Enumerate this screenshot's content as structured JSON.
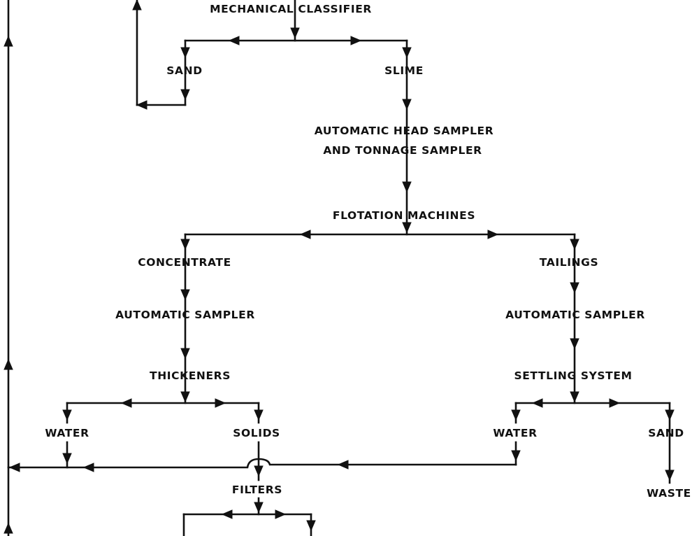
{
  "diagram": {
    "title": "Ore milling flow sheet (partial)",
    "colors": {
      "ink": "#111111",
      "paper": "#ffffff"
    },
    "nodes": [
      {
        "id": "mechanical_classifier",
        "label": "MECHANICAL CLASSIFIER"
      },
      {
        "id": "sand_top",
        "label": "SAND"
      },
      {
        "id": "slime",
        "label": "SLIME"
      },
      {
        "id": "head_sampler_1",
        "label": "AUTOMATIC HEAD SAMPLER"
      },
      {
        "id": "head_sampler_2",
        "label": "AND TONNAGE SAMPLER"
      },
      {
        "id": "flotation",
        "label": "FLOTATION MACHINES"
      },
      {
        "id": "concentrate",
        "label": "CONCENTRATE"
      },
      {
        "id": "tailings",
        "label": "TAILINGS"
      },
      {
        "id": "auto_sampler_left",
        "label": "AUTOMATIC SAMPLER"
      },
      {
        "id": "auto_sampler_right",
        "label": "AUTOMATIC SAMPLER"
      },
      {
        "id": "thickeners",
        "label": "THICKENERS"
      },
      {
        "id": "settling",
        "label": "SETTLING SYSTEM"
      },
      {
        "id": "water_left",
        "label": "WATER"
      },
      {
        "id": "solids",
        "label": "SOLIDS"
      },
      {
        "id": "water_right",
        "label": "WATER"
      },
      {
        "id": "sand_right",
        "label": "SAND"
      },
      {
        "id": "filters",
        "label": "FILTERS"
      },
      {
        "id": "waste",
        "label": "WASTE"
      }
    ],
    "edges": [
      {
        "from": "mechanical_classifier",
        "to": "sand_top"
      },
      {
        "from": "mechanical_classifier",
        "to": "slime"
      },
      {
        "from": "sand_top",
        "to": "return_line"
      },
      {
        "from": "slime",
        "to": "head_sampler_1"
      },
      {
        "from": "head_sampler_1",
        "to": "flotation"
      },
      {
        "from": "flotation",
        "to": "concentrate"
      },
      {
        "from": "flotation",
        "to": "tailings"
      },
      {
        "from": "concentrate",
        "to": "auto_sampler_left"
      },
      {
        "from": "auto_sampler_left",
        "to": "thickeners"
      },
      {
        "from": "tailings",
        "to": "auto_sampler_right"
      },
      {
        "from": "auto_sampler_right",
        "to": "settling"
      },
      {
        "from": "thickeners",
        "to": "water_left"
      },
      {
        "from": "thickeners",
        "to": "solids"
      },
      {
        "from": "settling",
        "to": "water_right"
      },
      {
        "from": "settling",
        "to": "sand_right"
      },
      {
        "from": "sand_right",
        "to": "waste"
      },
      {
        "from": "water_left",
        "to": "water_return_line"
      },
      {
        "from": "water_right",
        "to": "water_return_line"
      },
      {
        "from": "solids",
        "to": "filters"
      }
    ]
  }
}
